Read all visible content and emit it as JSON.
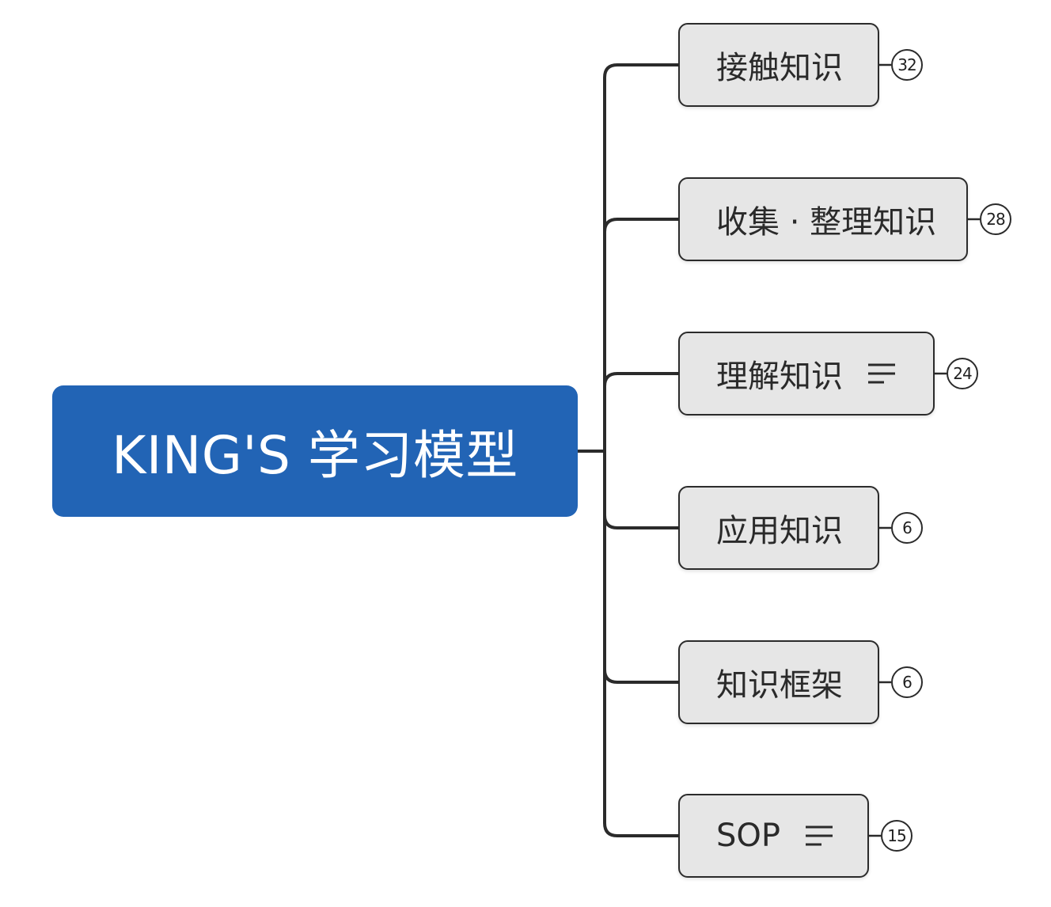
{
  "root": {
    "label": "KING'S 学习模型",
    "color": "#2264b5"
  },
  "branches": [
    {
      "label": "接触知识",
      "count": "32",
      "has_notes": false
    },
    {
      "label": "收集 · 整理知识",
      "count": "28",
      "has_notes": false
    },
    {
      "label": "理解知识",
      "count": "24",
      "has_notes": true
    },
    {
      "label": "应用知识",
      "count": "6",
      "has_notes": false
    },
    {
      "label": "知识框架",
      "count": "6",
      "has_notes": false
    },
    {
      "label": "SOP",
      "count": "15",
      "has_notes": true
    }
  ],
  "colors": {
    "node_fill": "#e6e6e6",
    "line": "#2b2b2b"
  },
  "icons": {
    "notes": "notes-lines-icon"
  }
}
